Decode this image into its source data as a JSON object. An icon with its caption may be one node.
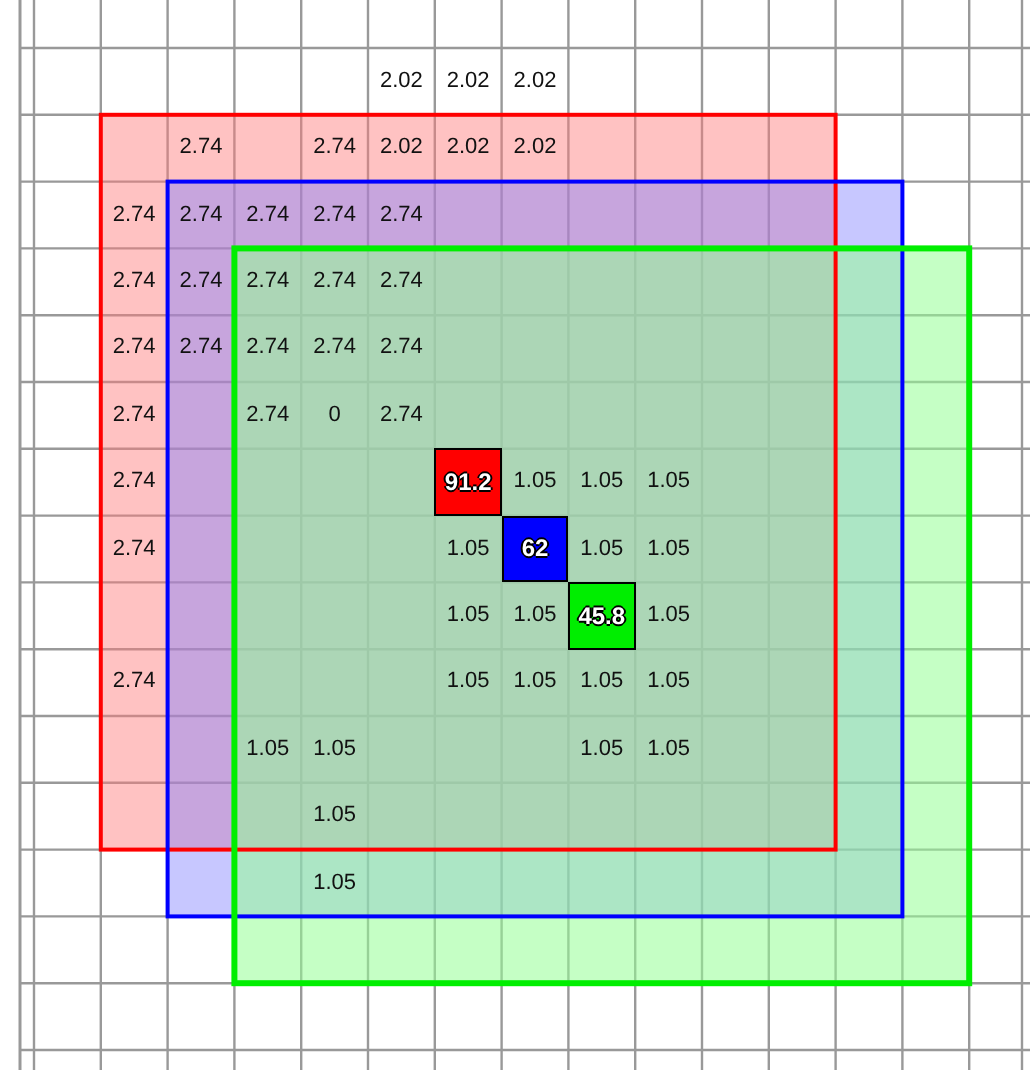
{
  "diagram": {
    "nodes": [
      {
        "text": [
          "91.2"
        ]
      },
      {
        "text": [
          "62"
        ]
      },
      {
        "text": [
          "45.8"
        ]
      }
    ],
    "labels": [
      "2.02",
      "2.02",
      "2.02",
      "2.74",
      "2.74",
      "2.02",
      "2.02",
      "2.02",
      "2.74",
      "2.74",
      "2.74",
      "2.74",
      "2.74",
      "2.74",
      "2.74",
      "2.74",
      "2.74",
      "2.74",
      "2.74",
      "2.74",
      "2.74",
      "2.74",
      "2.74",
      "2.74",
      "2.74",
      "0",
      "2.74",
      "2.74",
      "1.05",
      "1.05",
      "1.05",
      "2.74",
      "1.05",
      "1.05",
      "1.05",
      "1.05",
      "1.05",
      "1.05",
      "2.74",
      "1.05",
      "1.05",
      "1.05",
      "1.05",
      "1.05",
      "1.05",
      "1.05",
      "1.05",
      "1.05",
      "1.05"
    ]
  }
}
